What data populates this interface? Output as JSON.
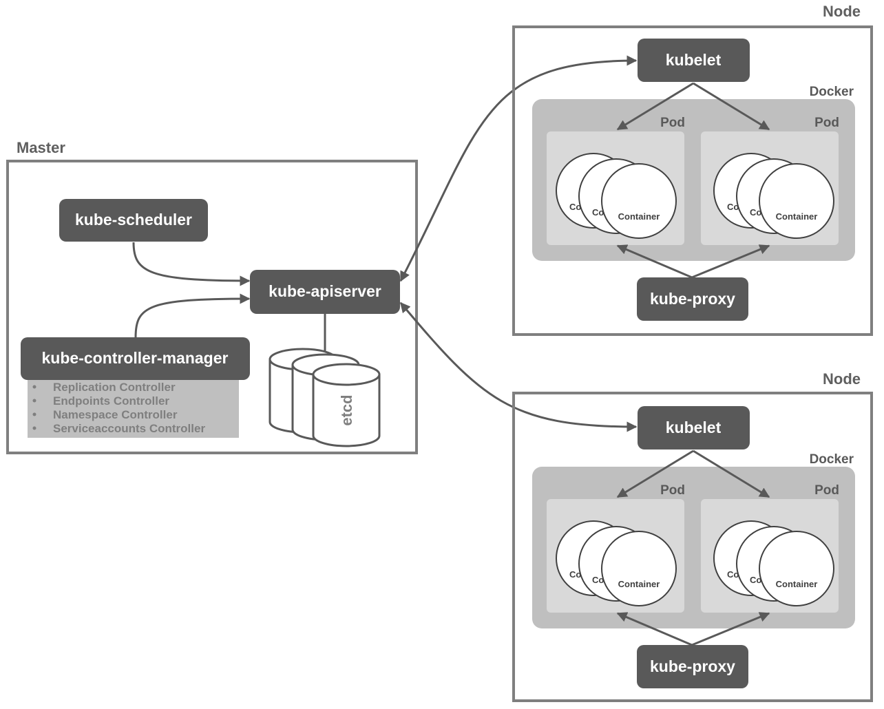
{
  "master": {
    "title": "Master",
    "scheduler": "kube-scheduler",
    "apiserver": "kube-apiserver",
    "controller_manager": "kube-controller-manager",
    "controllers": [
      "Replication Controller",
      "Endpoints Controller",
      "Namespace Controller",
      "Serviceaccounts Controller"
    ],
    "etcd": "etcd"
  },
  "nodes": [
    {
      "title": "Node",
      "kubelet": "kubelet",
      "docker": "Docker",
      "pods": [
        {
          "label": "Pod",
          "containers": [
            "Co",
            "Co",
            "Container"
          ]
        },
        {
          "label": "Pod",
          "containers": [
            "Co",
            "Co",
            "Container"
          ]
        }
      ],
      "proxy": "kube-proxy"
    },
    {
      "title": "Node",
      "kubelet": "kubelet",
      "docker": "Docker",
      "pods": [
        {
          "label": "Pod",
          "containers": [
            "Co",
            "Co",
            "Container"
          ]
        },
        {
          "label": "Pod",
          "containers": [
            "Co",
            "Co",
            "Container"
          ]
        }
      ],
      "proxy": "kube-proxy"
    }
  ]
}
